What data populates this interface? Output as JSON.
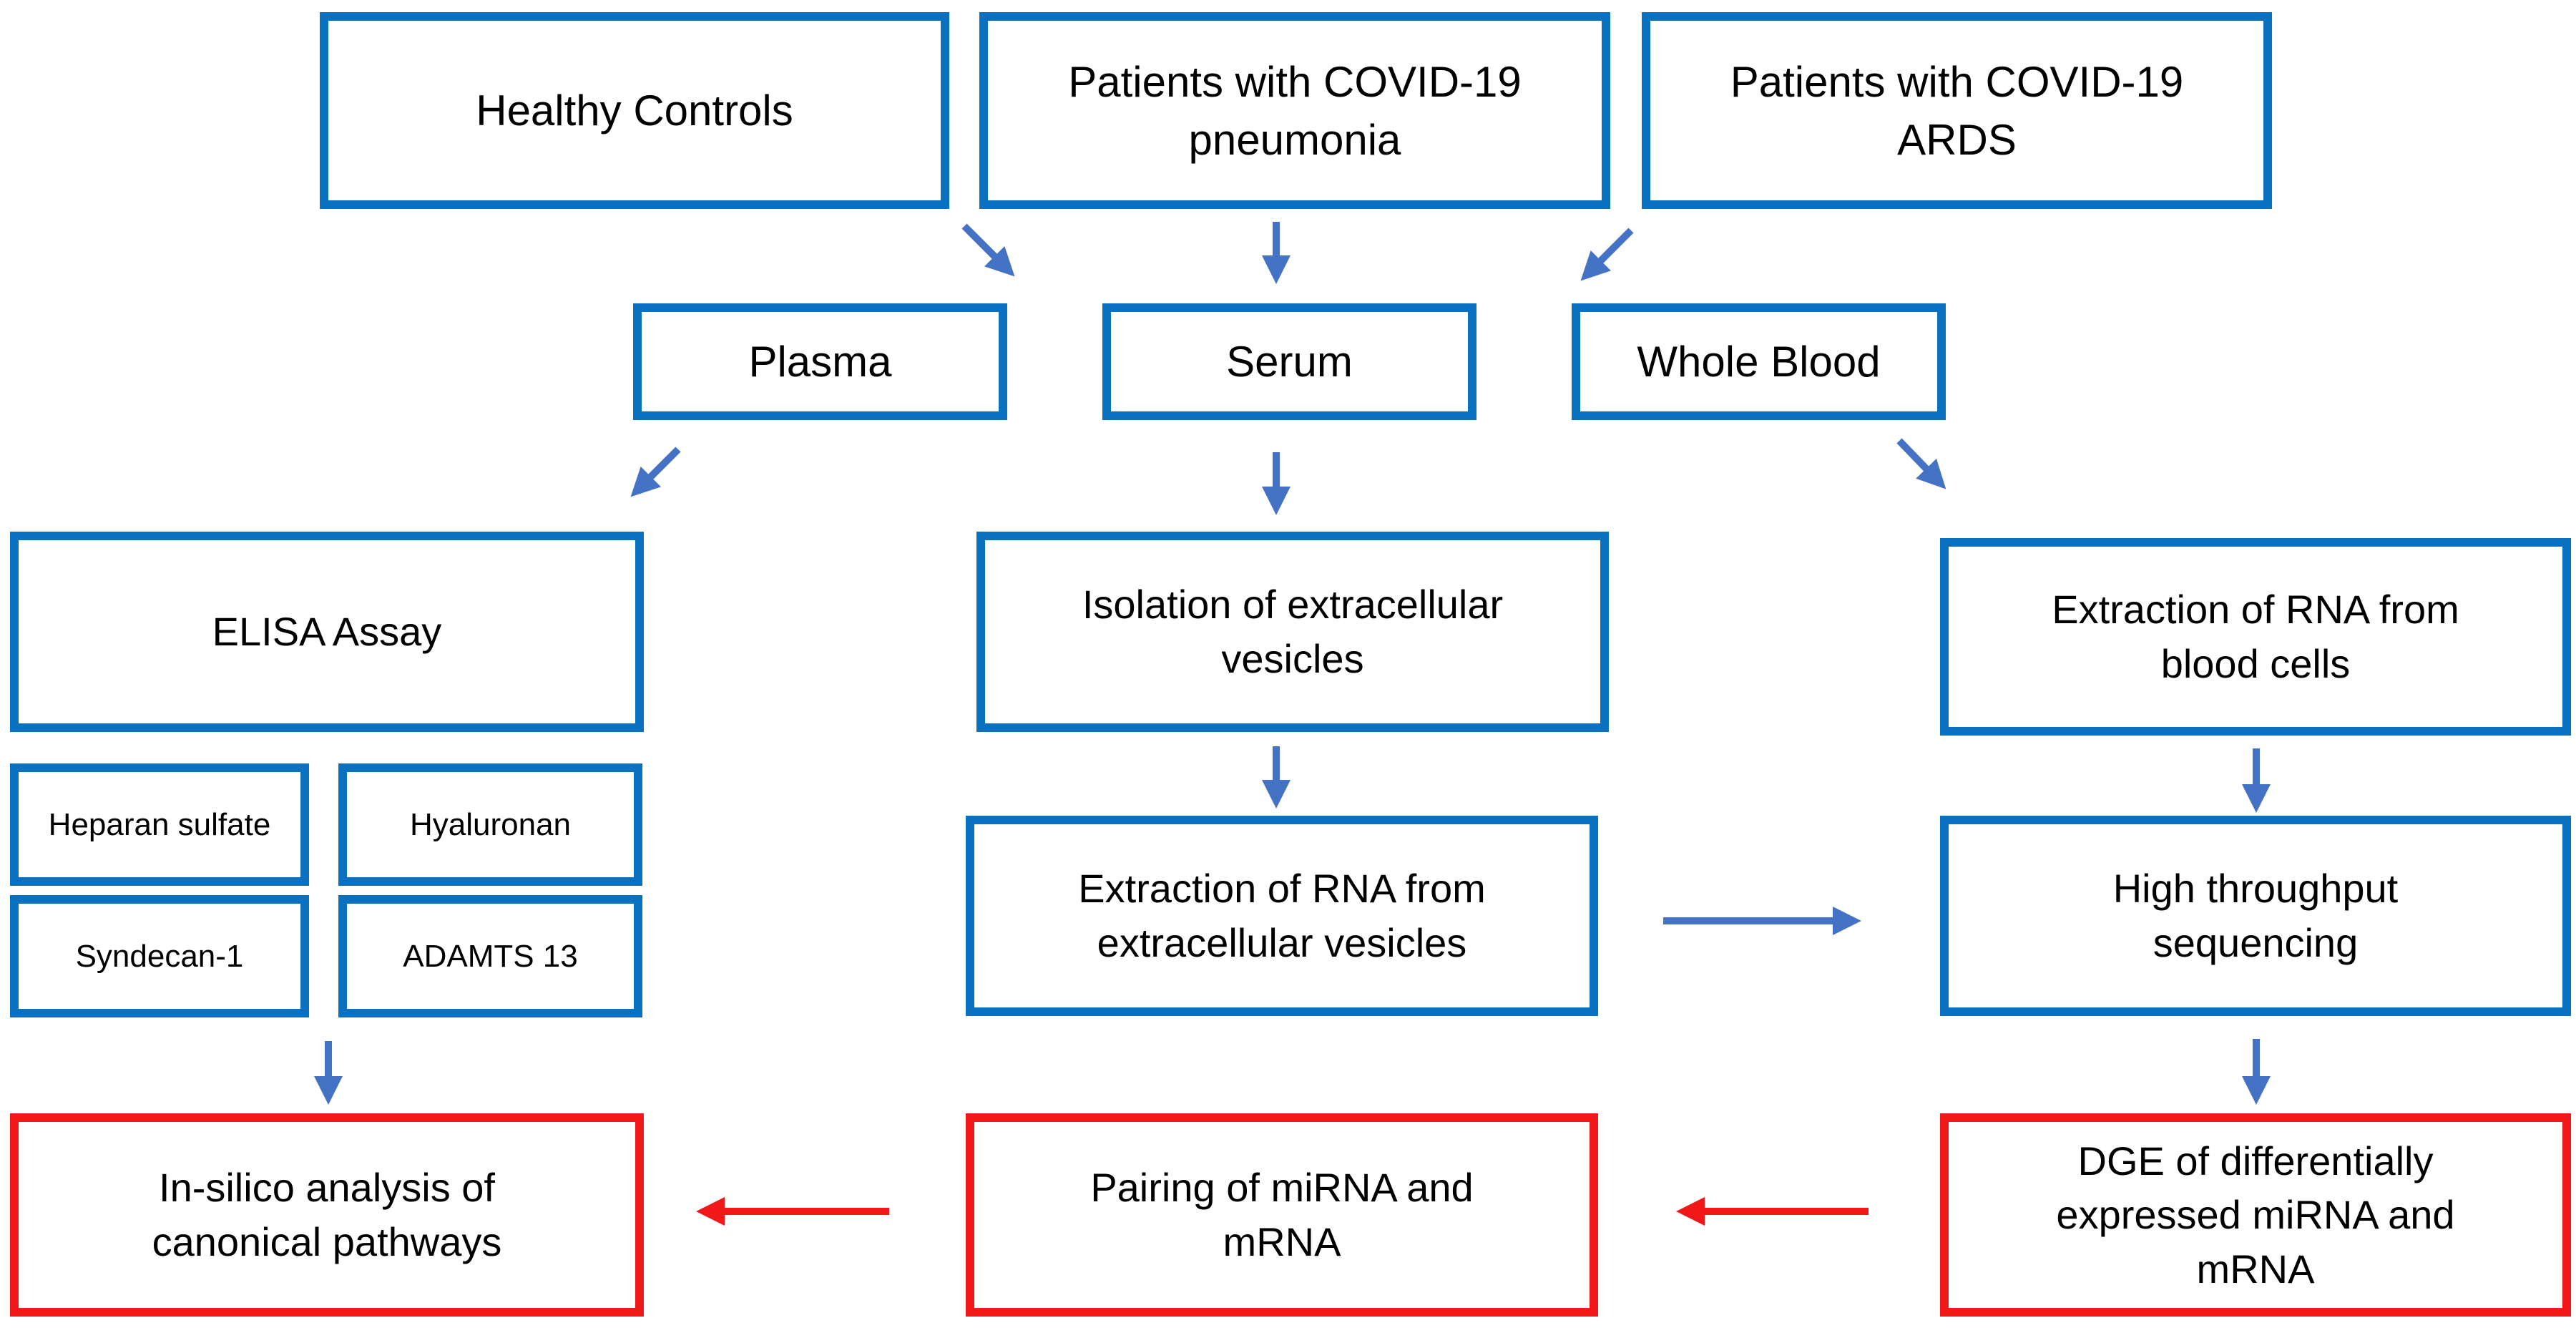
{
  "nodes": {
    "healthy_controls": "Healthy Controls",
    "covid_pneumonia": "Patients with COVID-19\npneumonia",
    "covid_ards": "Patients with COVID-19\nARDS",
    "plasma": "Plasma",
    "serum": "Serum",
    "whole_blood": "Whole Blood",
    "elisa": "ELISA Assay",
    "isolation_ev": "Isolation of extracellular\nvesicles",
    "rna_blood_cells": "Extraction of RNA from\nblood cells",
    "heparan_sulfate": "Heparan sulfate",
    "hyaluronan": "Hyaluronan",
    "syndecan": "Syndecan-1",
    "adamts13": "ADAMTS 13",
    "rna_ev": "Extraction of RNA from\nextracellular vesicles",
    "hts": "High throughput\nsequencing",
    "insilico": "In-silico analysis of\ncanonical pathways",
    "pairing": "Pairing of miRNA and\nmRNA",
    "dge": "DGE of differentially\nexpressed miRNA and\nmRNA"
  },
  "colors": {
    "box_border_blue": "#0a70c0",
    "box_border_red": "#f01818",
    "arrow_blue": "#4472c4",
    "arrow_red": "#f01818"
  }
}
